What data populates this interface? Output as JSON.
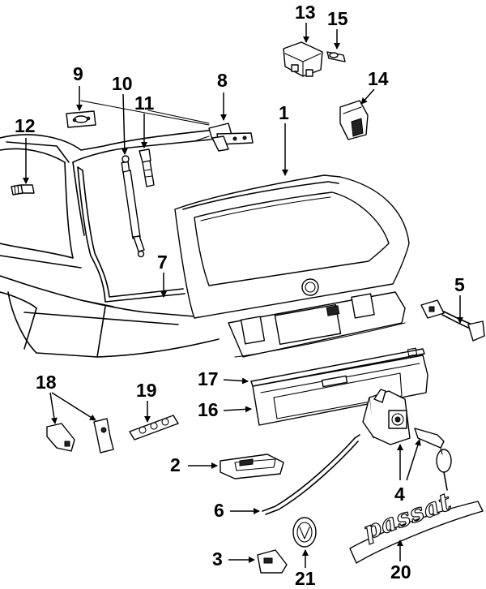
{
  "callouts": {
    "c1": "1",
    "c2": "2",
    "c3": "3",
    "c4": "4",
    "c5": "5",
    "c6": "6",
    "c7": "7",
    "c8": "8",
    "c9": "9",
    "c10": "10",
    "c11": "11",
    "c12": "12",
    "c13": "13",
    "c14": "14",
    "c15": "15",
    "c16": "16",
    "c17": "17",
    "c18": "18",
    "c19": "19",
    "c20": "20",
    "c21": "21"
  },
  "emblem_text": "passat"
}
